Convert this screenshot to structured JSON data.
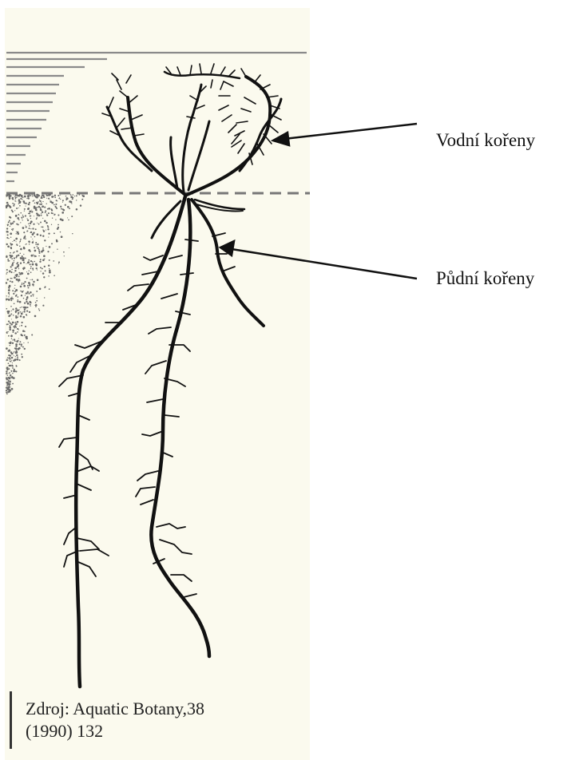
{
  "labels": {
    "water_roots": "Vodní kořeny",
    "soil_roots": "Půdní kořeny"
  },
  "caption": {
    "line1": "Zdroj: Aquatic Botany,38",
    "line2": "(1990) 132"
  },
  "colors": {
    "panel_background": "#fbfaee",
    "root_stroke": "#111111",
    "water_lines": "#7a7a7a",
    "soil_speckle": "#6a6a6a"
  }
}
